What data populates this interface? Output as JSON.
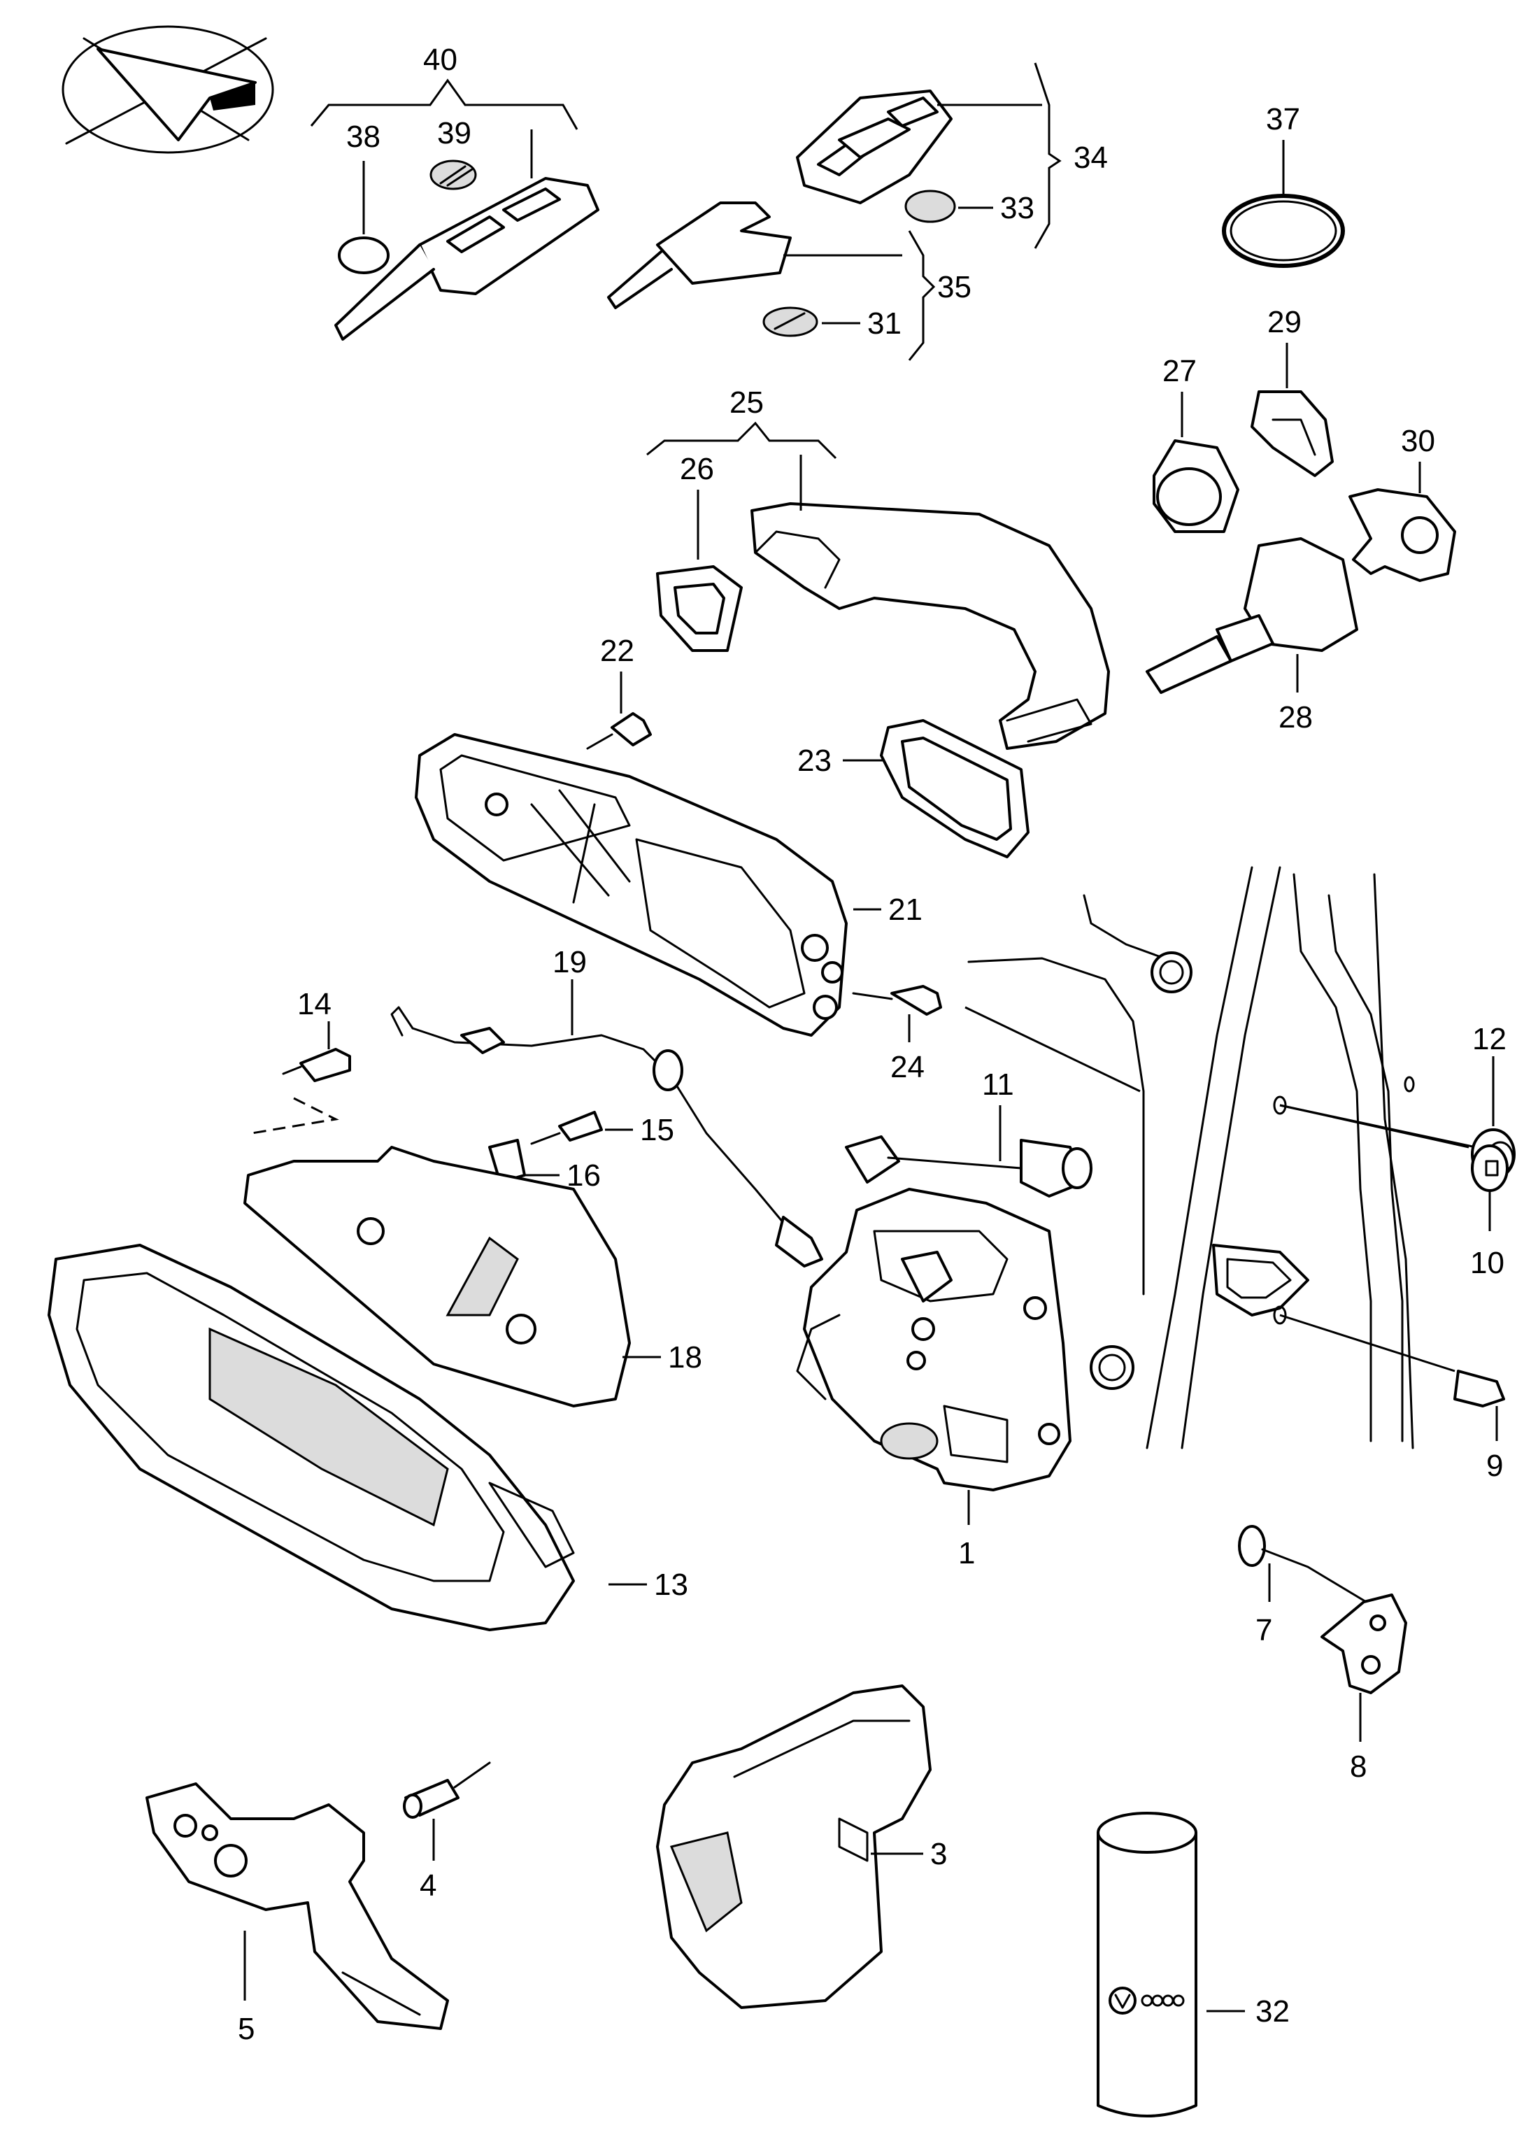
{
  "diagram": {
    "kind": "exploded-parts-diagram",
    "labels": {
      "p1": "1",
      "p3": "3",
      "p4": "4",
      "p5": "5",
      "p7": "7",
      "p8": "8",
      "p9": "9",
      "p10": "10",
      "p11": "11",
      "p12": "12",
      "p13": "13",
      "p14": "14",
      "p15": "15",
      "p16": "16",
      "p18": "18",
      "p19": "19",
      "p21": "21",
      "p22": "22",
      "p23": "23",
      "p24": "24",
      "p25": "25",
      "p26": "26",
      "p27": "27",
      "p28": "28",
      "p29": "29",
      "p30": "30",
      "p31": "31",
      "p32": "32",
      "p33": "33",
      "p34": "34",
      "p35": "35",
      "p37": "37",
      "p38": "38",
      "p39": "39",
      "p40": "40"
    },
    "icons": [
      "orientation-arrow-icon",
      "brand-roundel-icon",
      "four-rings-icon"
    ]
  }
}
